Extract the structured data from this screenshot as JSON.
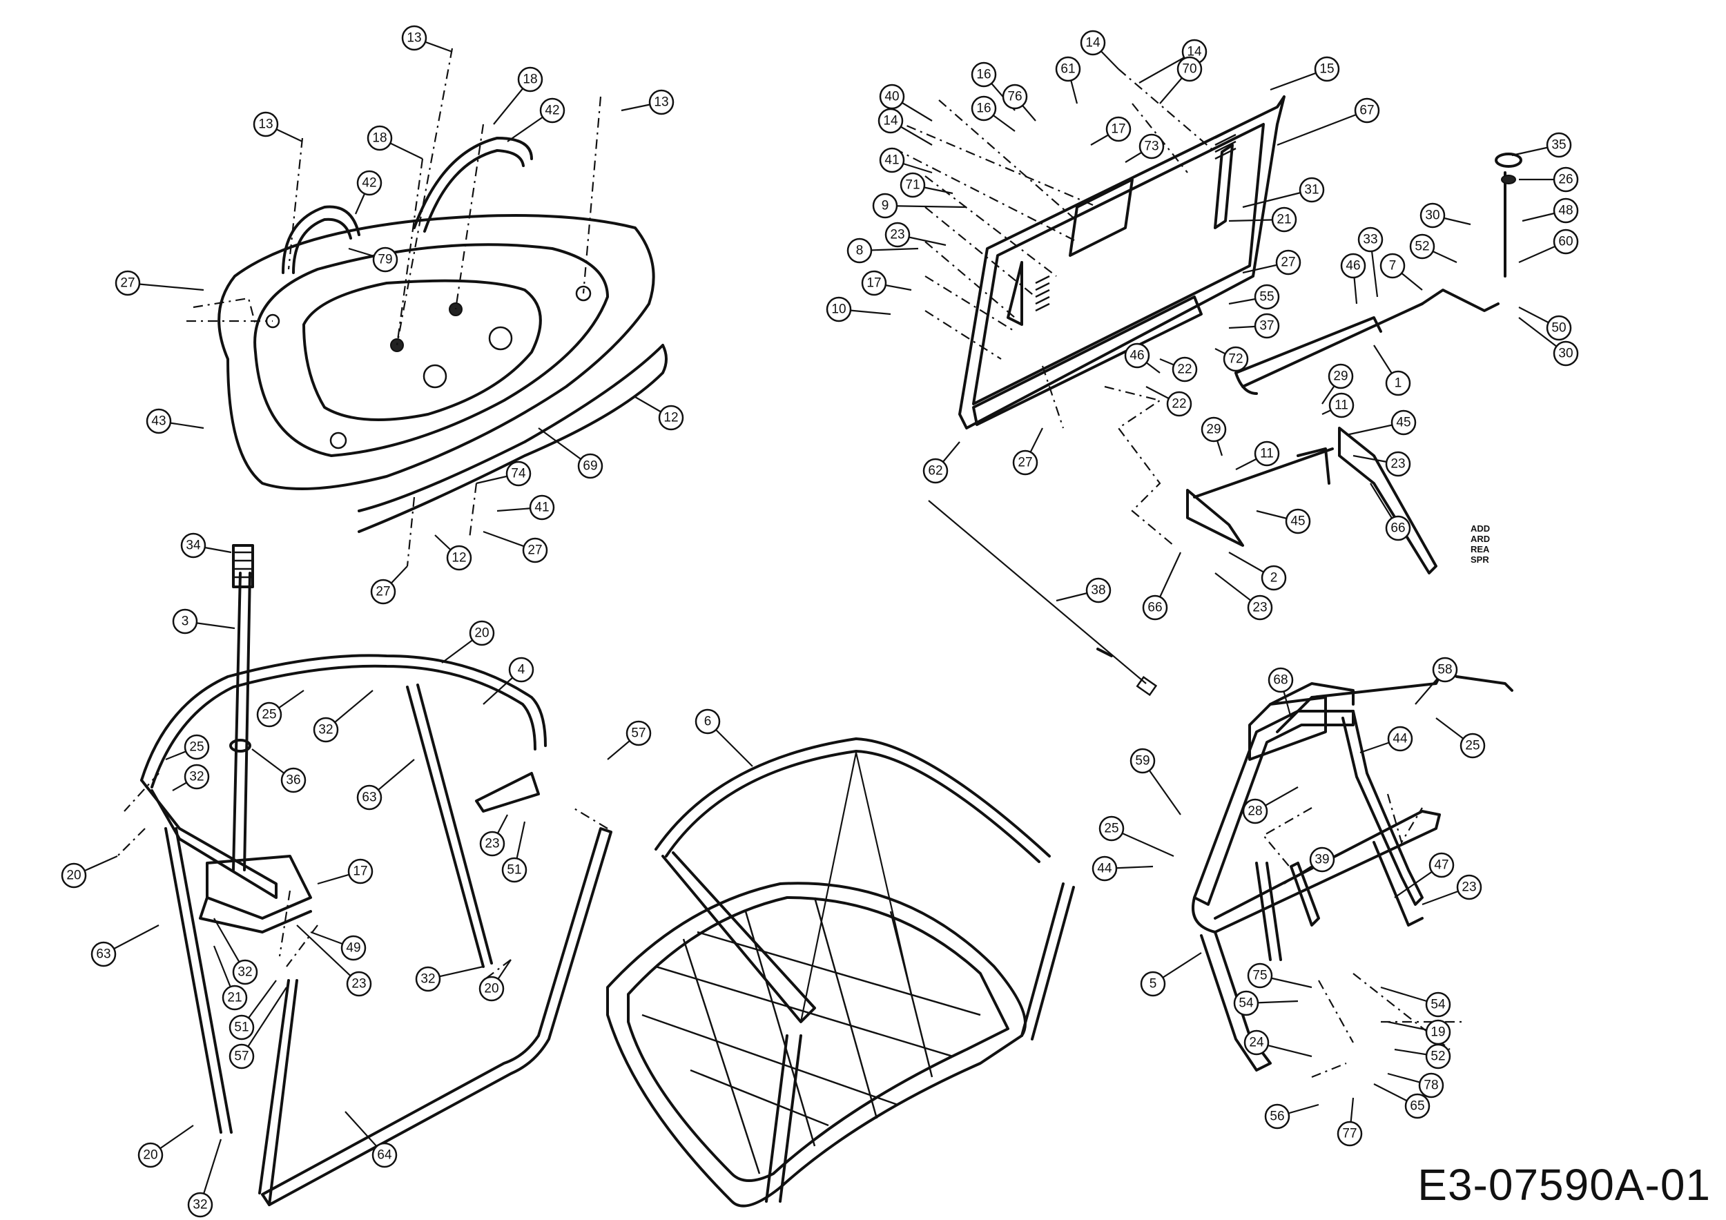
{
  "drawing_code": "E3-07590A-01",
  "side_note": [
    "ADD",
    "ARD",
    "REA",
    "SPR"
  ],
  "callouts": {
    "c1": "13",
    "c2": "13",
    "c3": "13",
    "c4": "18",
    "c5": "18",
    "c6": "42",
    "c7": "42",
    "c8": "27",
    "c9": "79",
    "c10": "43",
    "c11": "12",
    "c12": "69",
    "c13": "74",
    "c14": "41",
    "c15": "27",
    "c16": "12",
    "c17": "27",
    "c18": "14",
    "c19": "14",
    "c20": "15",
    "c21": "16",
    "c22": "70",
    "c23": "61",
    "c24": "76",
    "c25": "16",
    "c26": "40",
    "c27": "14",
    "c28": "17",
    "c29": "73",
    "c30": "67",
    "c31": "41",
    "c32": "71",
    "c33": "9",
    "c34": "31",
    "c35": "21",
    "c36": "23",
    "c37": "8",
    "c38": "27",
    "c39": "17",
    "c40": "55",
    "c41": "37",
    "c42": "10",
    "c43": "46",
    "c44": "72",
    "c45": "22",
    "c46": "22",
    "c47": "62",
    "c48": "27",
    "c49": "35",
    "c50": "26",
    "c51": "30",
    "c52": "52",
    "c53": "48",
    "c54": "33",
    "c55": "7",
    "c56": "60",
    "c57": "46",
    "c58": "50",
    "c59": "30",
    "c60": "1",
    "c61": "29",
    "c62": "11",
    "c63": "45",
    "c64": "29",
    "c65": "11",
    "c66": "23",
    "c67": "45",
    "c68": "66",
    "c69": "2",
    "c70": "38",
    "c71": "66",
    "c72": "23",
    "c73": "34",
    "c74": "3",
    "c75": "20",
    "c76": "4",
    "c77": "25",
    "c78": "32",
    "c79": "25",
    "c80": "36",
    "c81": "32",
    "c82": "63",
    "c83": "23",
    "c84": "57",
    "c85": "51",
    "c86": "20",
    "c87": "17",
    "c88": "49",
    "c89": "32",
    "c90": "23",
    "c91": "21",
    "c92": "63",
    "c93": "51",
    "c94": "57",
    "c95": "32",
    "c96": "20",
    "c97": "20",
    "c98": "32",
    "c99": "64",
    "c100": "6",
    "c101": "68",
    "c102": "58",
    "c103": "25",
    "c104": "44",
    "c105": "59",
    "c106": "28",
    "c107": "25",
    "c108": "44",
    "c109": "39",
    "c110": "47",
    "c111": "23",
    "c112": "5",
    "c113": "75",
    "c114": "54",
    "c115": "54",
    "c116": "19",
    "c117": "24",
    "c118": "52",
    "c119": "78",
    "c120": "65",
    "c121": "56",
    "c122": "77"
  }
}
